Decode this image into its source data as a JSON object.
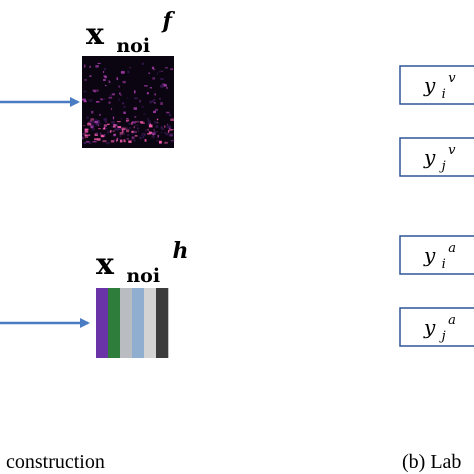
{
  "panel_a": {
    "caption": "construction",
    "feature_f": {
      "base": "x",
      "subscript": "noi",
      "superscript": "f",
      "kind": "spectrogram",
      "colors": {
        "background": "#0b0511",
        "bright": "#ff5db3",
        "mid": "#a23aa8",
        "dim": "#3a1856"
      }
    },
    "feature_h": {
      "base": "x",
      "subscript": "noi",
      "superscript": "h",
      "kind": "color-strip",
      "stripes": [
        "#6b33a8",
        "#2f7d3a",
        "#b9bcc0",
        "#8faed0",
        "#d3d3d3",
        "#3c3c3c"
      ]
    },
    "arrow_color": "#4a7cc4"
  },
  "panel_b": {
    "caption": "(b) Lab",
    "labels": [
      {
        "base": "y",
        "subscript": "i",
        "superscript": "v"
      },
      {
        "base": "y",
        "subscript": "j",
        "superscript": "v"
      },
      {
        "base": "y",
        "subscript": "i",
        "superscript": "a"
      },
      {
        "base": "y",
        "subscript": "j",
        "superscript": "a"
      }
    ],
    "box_border_color": "#2f5597"
  }
}
